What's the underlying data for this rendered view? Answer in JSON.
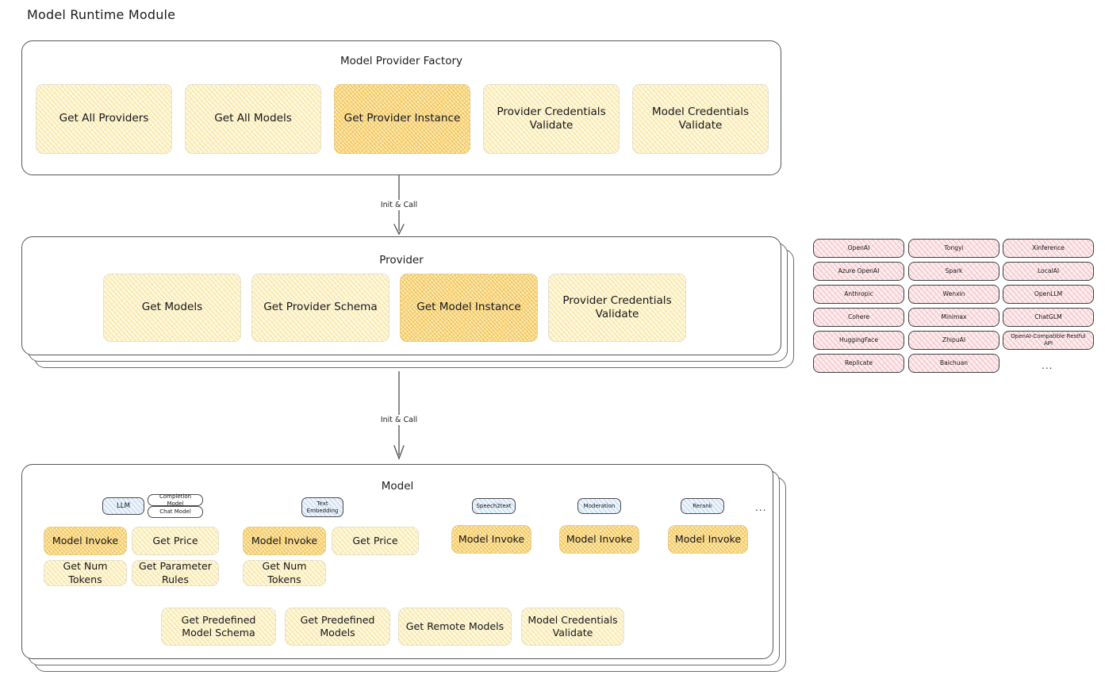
{
  "page": {
    "title": "Model Runtime Module",
    "background": "#ffffff",
    "colors": {
      "highlight_orange": "#f4c65c",
      "light_yellow": "#fdf8e3",
      "provider_pink": "#fdeef0",
      "model_type_blue": "#eef4fb",
      "stroke": "#55565a"
    }
  },
  "factory": {
    "title": "Model Provider Factory",
    "methods": [
      {
        "label": "Get All Providers",
        "highlighted": false
      },
      {
        "label": "Get All Models",
        "highlighted": false
      },
      {
        "label": "Get Provider Instance",
        "highlighted": true
      },
      {
        "label": "Provider Credentials Validate",
        "highlighted": false
      },
      {
        "label": "Model Credentials Validate",
        "highlighted": false
      }
    ]
  },
  "connectors": [
    {
      "label": "Init & Call",
      "from": "Model Provider Factory",
      "to": "Provider"
    },
    {
      "label": "Init & Call",
      "from": "Provider",
      "to": "Model"
    }
  ],
  "provider": {
    "title": "Provider",
    "stack_count": 3,
    "methods": [
      {
        "label": "Get Models",
        "highlighted": false
      },
      {
        "label": "Get Provider Schema",
        "highlighted": false
      },
      {
        "label": "Get Model Instance",
        "highlighted": true
      },
      {
        "label": "Provider Credentials Validate",
        "highlighted": false
      }
    ]
  },
  "provider_list": {
    "columns": [
      {
        "items": [
          "OpenAI",
          "Azure OpenAI",
          "Anthropic",
          "Cohere",
          "HuggingFace",
          "Replicate"
        ]
      },
      {
        "items": [
          "Tongyi",
          "Spark",
          "Wenxin",
          "Minimax",
          "ZhipuAI",
          "Baichuan"
        ],
        "trailing_ellipsis": false
      },
      {
        "items": [
          "Xinference",
          "LocalAI",
          "OpenLLM",
          "ChatGLM",
          "OpenAI-Compatible Restful API"
        ],
        "trailing_ellipsis": true
      }
    ],
    "ellipsis": "..."
  },
  "model": {
    "title": "Model",
    "stack_count": 3,
    "types_ellipsis": "...",
    "groups": [
      {
        "type_label": "LLM",
        "sub_labels": [
          "Completion Model",
          "Chat Model"
        ],
        "methods_row1": [
          {
            "label": "Model Invoke",
            "highlighted": true
          },
          {
            "label": "Get Price",
            "highlighted": false
          }
        ],
        "methods_row2": [
          {
            "label": "Get Num Tokens",
            "highlighted": false
          },
          {
            "label": "Get Parameter Rules",
            "highlighted": false
          }
        ]
      },
      {
        "type_label": "Text Embedding",
        "sub_labels": [],
        "methods_row1": [
          {
            "label": "Model Invoke",
            "highlighted": true
          },
          {
            "label": "Get Price",
            "highlighted": false
          }
        ],
        "methods_row2": [
          {
            "label": "Get Num Tokens",
            "highlighted": false
          }
        ]
      },
      {
        "type_label": "Speech2text",
        "sub_labels": [],
        "methods_row1": [
          {
            "label": "Model Invoke",
            "highlighted": true
          }
        ],
        "methods_row2": []
      },
      {
        "type_label": "Moderation",
        "sub_labels": [],
        "methods_row1": [
          {
            "label": "Model Invoke",
            "highlighted": true
          }
        ],
        "methods_row2": []
      },
      {
        "type_label": "Rerank",
        "sub_labels": [],
        "methods_row1": [
          {
            "label": "Model Invoke",
            "highlighted": true
          }
        ],
        "methods_row2": []
      }
    ],
    "shared_methods": [
      {
        "label": "Get Predefined Model Schema"
      },
      {
        "label": "Get Predefined Models"
      },
      {
        "label": "Get Remote Models"
      },
      {
        "label": "Model Credentials Validate"
      }
    ]
  }
}
